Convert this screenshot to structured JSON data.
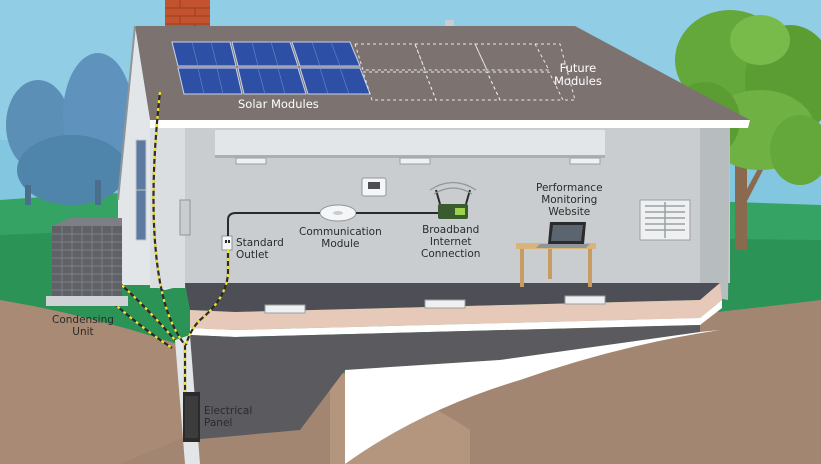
{
  "labels": {
    "solar_modules": "Solar Modules",
    "future_modules": [
      "Future",
      "Modules"
    ],
    "performance_monitoring": [
      "Performance",
      "Monitoring",
      "Website"
    ],
    "broadband": [
      "Broadband",
      "Internet",
      "Connection"
    ],
    "communication_module": [
      "Communication",
      "Module"
    ],
    "standard_outlet": [
      "Standard",
      "Outlet"
    ],
    "condensing_unit": [
      "Condensing",
      "Unit"
    ],
    "electrical_panel": [
      "Electrical",
      "Panel"
    ]
  },
  "colors": {
    "sky": "#7cc4df",
    "grass": "#2f9a5c",
    "soil": "#a38672",
    "roof": "#7c7371",
    "wall": "#c9cdd0",
    "floor": "#4e4f56",
    "wire": "#2a2a2a",
    "wire_dash": "#f2e23a",
    "solar_panel": "#2e4fa6"
  },
  "icons": [
    "solar-panel-icon",
    "router-icon",
    "laptop-icon",
    "thermostat-icon",
    "vent-icon",
    "outlet-icon",
    "condenser-icon",
    "electrical-panel-icon",
    "tree-icon",
    "chimney-icon"
  ]
}
